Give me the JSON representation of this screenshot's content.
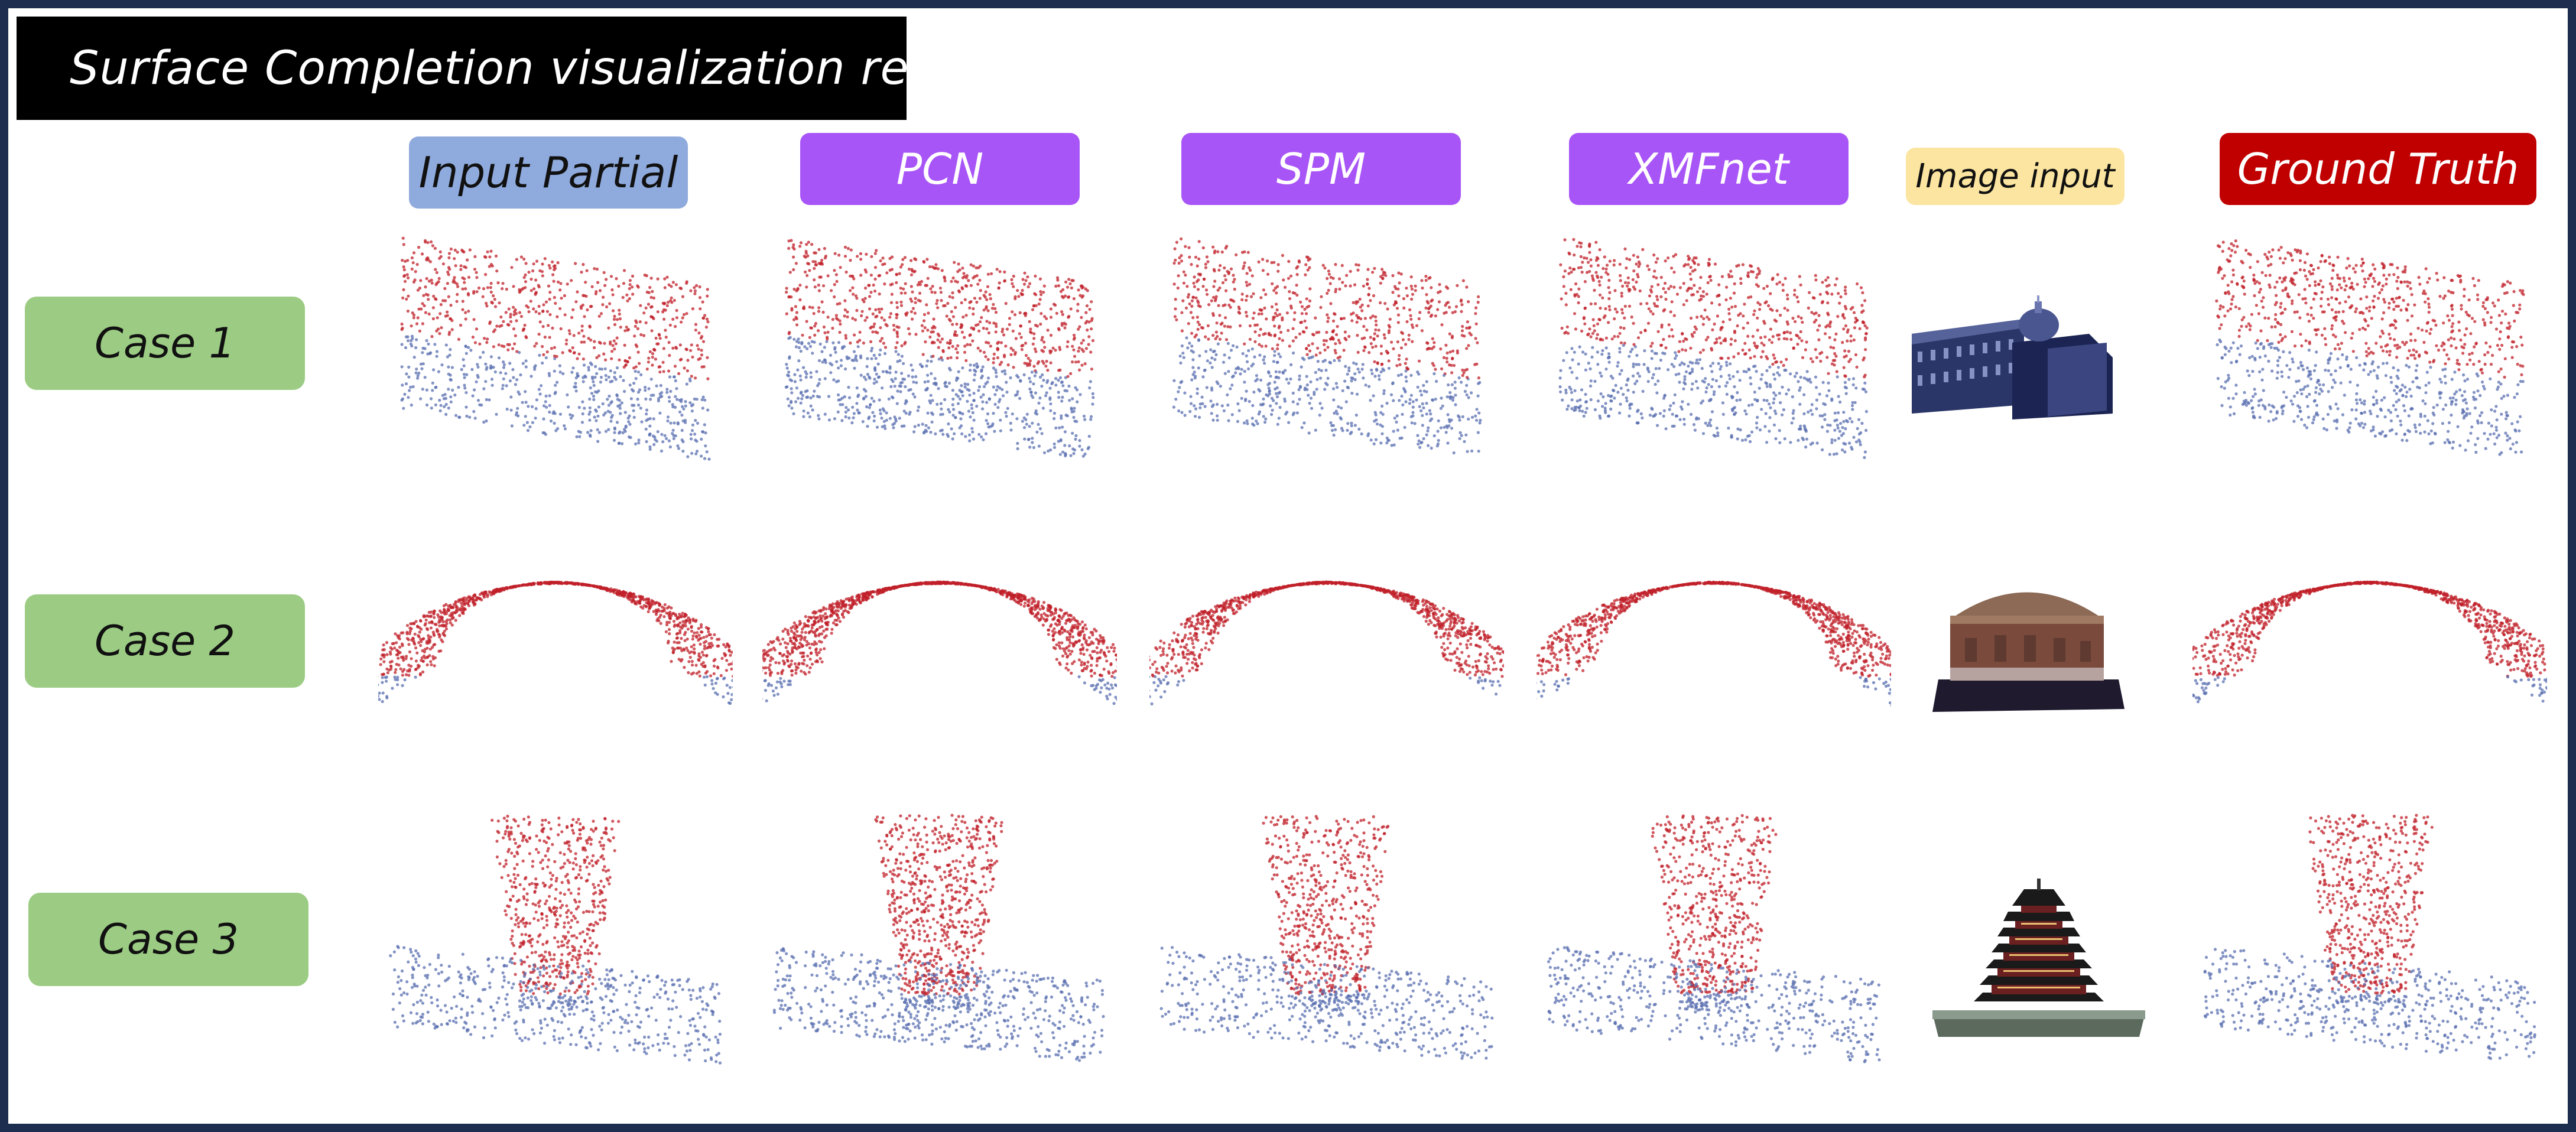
{
  "title": "Surface Completion visualization result",
  "columns": [
    {
      "label": "Input Partial",
      "bg": "#8faadc",
      "fg": "#111111"
    },
    {
      "label": "PCN",
      "bg": "#a855f7",
      "fg": "#ffffff"
    },
    {
      "label": "SPM",
      "bg": "#a855f7",
      "fg": "#ffffff"
    },
    {
      "label": "XMFnet",
      "bg": "#a855f7",
      "fg": "#ffffff"
    },
    {
      "label": "Image input",
      "bg": "#fbe5a0",
      "fg": "#111111"
    },
    {
      "label": "Ground Truth",
      "bg": "#c00000",
      "fg": "#ffffff"
    }
  ],
  "rows": [
    {
      "label": "Case 1"
    },
    {
      "label": "Case 2"
    },
    {
      "label": "Case 3"
    }
  ],
  "colors": {
    "frame": "#1c2d4f",
    "title_bg": "#000000",
    "case_bg": "#9ccc84",
    "point_red": "#c0202a",
    "point_blue": "#5a6fb0"
  }
}
